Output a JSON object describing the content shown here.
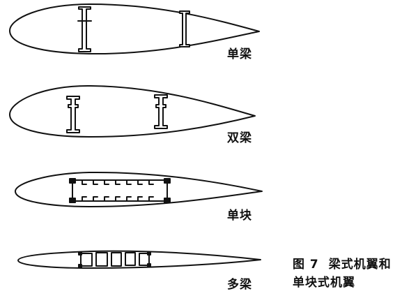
{
  "wing_types": [
    {
      "label": "单梁"
    },
    {
      "label": "双梁"
    },
    {
      "label": "单块"
    },
    {
      "label": "多梁"
    }
  ],
  "caption": {
    "figure_number": "图 7",
    "line1": "梁式机翼和",
    "line2": "单块式机翼"
  },
  "colors": {
    "ink": "#111111",
    "background": "#ffffff"
  }
}
